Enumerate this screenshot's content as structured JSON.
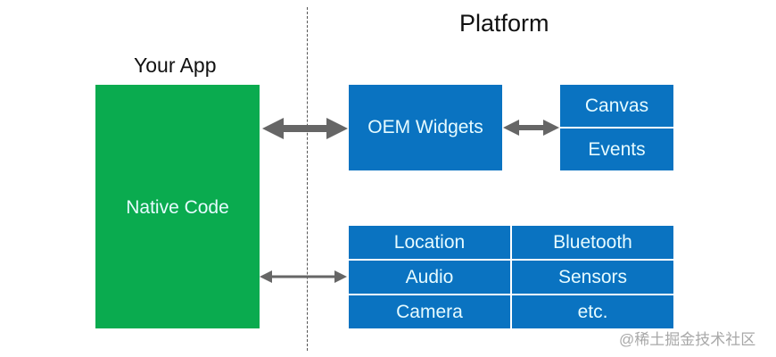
{
  "diagram": {
    "left_title": "Your App",
    "right_title": "Platform",
    "native_code": {
      "label": "Native Code",
      "color": "#0aab4f"
    },
    "oem_widgets": {
      "label": "OEM Widgets",
      "color": "#0a73c1"
    },
    "canvas_events": [
      "Canvas",
      "Events"
    ],
    "services": [
      [
        "Location",
        "Bluetooth"
      ],
      [
        "Audio",
        "Sensors"
      ],
      [
        "Camera",
        "etc."
      ]
    ],
    "arrow_color": "#666666",
    "separator_color": "#ffffff"
  },
  "watermark": "@稀土掘金技术社区"
}
